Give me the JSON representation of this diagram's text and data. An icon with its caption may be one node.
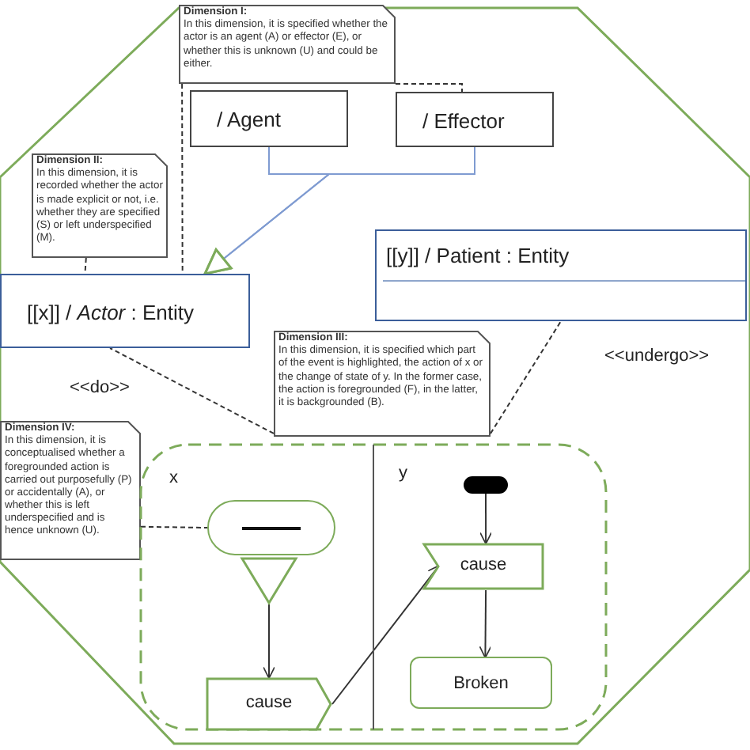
{
  "diagram": {
    "nodes": [
      {
        "text": [
          "Dimension I:",
          "In this dimension, it is specified whether the actor is an agent (A) or effector (E), or whether this is unknown (U) and could be either."
        ]
      },
      {
        "text": [
          "/ Agent"
        ]
      },
      {
        "text": [
          "/ Effector"
        ]
      },
      {
        "text": [
          "Dimension II:",
          "In this dimension, it is recorded whether the actor is made explicit or not, i.e. whether they are specified (S) or left underspecified (M)."
        ]
      },
      {
        "text": [
          "[[x]] / *Actor* : Entity"
        ]
      },
      {
        "text": [
          "[[y]] / Patient : Entity"
        ]
      },
      {
        "text": [
          "Dimension III:",
          "In this dimension, it is specified which part of the event is highlighted, the action of x or the change of state of y. In the former case, the action is foregrounded (F), in the latter, it is backgrounded (B)."
        ]
      },
      {
        "text": [
          "Dimension IV:",
          "In this dimension, it is conceptualised whether a foregrounded action is carried out purposefully (P) or accidentally (A), or whether this is left underspecified and is hence unknown (U)."
        ]
      },
      {
        "text": [],
        "shape": "box"
      },
      {
        "text": [],
        "shape": "box",
        "in": 8
      },
      {
        "text": [],
        "shape": "triangle",
        "in": 8
      },
      {
        "text": [
          "cause"
        ],
        "in": 8
      },
      {
        "text": [],
        "shape": "bar",
        "in": 8
      },
      {
        "text": [
          "cause"
        ],
        "in": 8
      },
      {
        "text": [
          "Broken"
        ],
        "in": 8
      }
    ],
    "edges": [
      {
        "from": 1,
        "to": 4,
        "arrow": "to",
        "color": "#7f9bd1"
      },
      {
        "from": 2,
        "to": 4,
        "arrow": "to",
        "color": "#7f9bd1"
      },
      {
        "from": 0,
        "to": 4,
        "arrow": "none",
        "style": "dashed"
      },
      {
        "from": 0,
        "to": 2,
        "arrow": "none",
        "style": "dashed"
      },
      {
        "from": 3,
        "to": 4,
        "arrow": "none",
        "style": "dashed"
      },
      {
        "from": 6,
        "to": 4,
        "arrow": "none",
        "style": "dashed"
      },
      {
        "from": 6,
        "to": 5,
        "arrow": "none",
        "style": "dashed"
      },
      {
        "from": 7,
        "to": 9,
        "arrow": "none",
        "style": "dashed"
      },
      {
        "from": 10,
        "to": 11,
        "arrow": "to"
      },
      {
        "from": 11,
        "to": 13,
        "arrow": "to"
      },
      {
        "from": 12,
        "to": 13,
        "arrow": "to"
      },
      {
        "from": 13,
        "to": 14,
        "arrow": "to"
      }
    ],
    "labels": [
      "<<do>>",
      "<<undergo>>",
      "x",
      "y"
    ]
  }
}
